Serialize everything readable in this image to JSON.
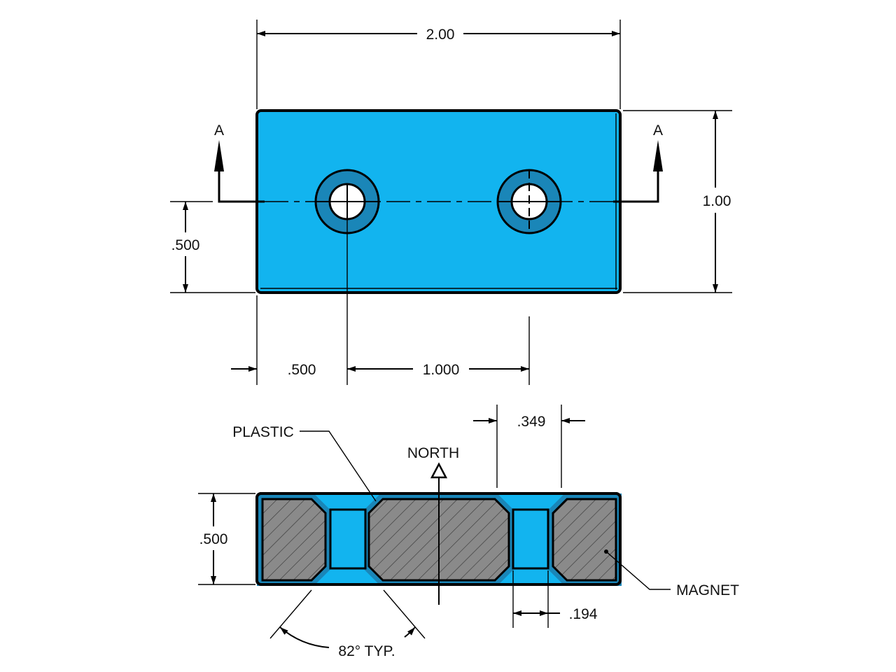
{
  "colors": {
    "plastic": "#12b4ef",
    "plastic_dark": "#1a86b8",
    "magnet": "#8a8a8a"
  },
  "top_view": {
    "width_dim": "2.00",
    "height_dim": "1.00",
    "hole_offset_y": ".500",
    "hole_offset_x": ".500",
    "hole_spacing": "1.000",
    "section_label_left": "A",
    "section_label_right": "A"
  },
  "section_view": {
    "height_dim": ".500",
    "counterbore_dia": ".349",
    "hole_dia": ".194",
    "angle": "82° TYP.",
    "plastic_label": "PLASTIC",
    "north_label": "NORTH",
    "magnet_label": "MAGNET"
  }
}
